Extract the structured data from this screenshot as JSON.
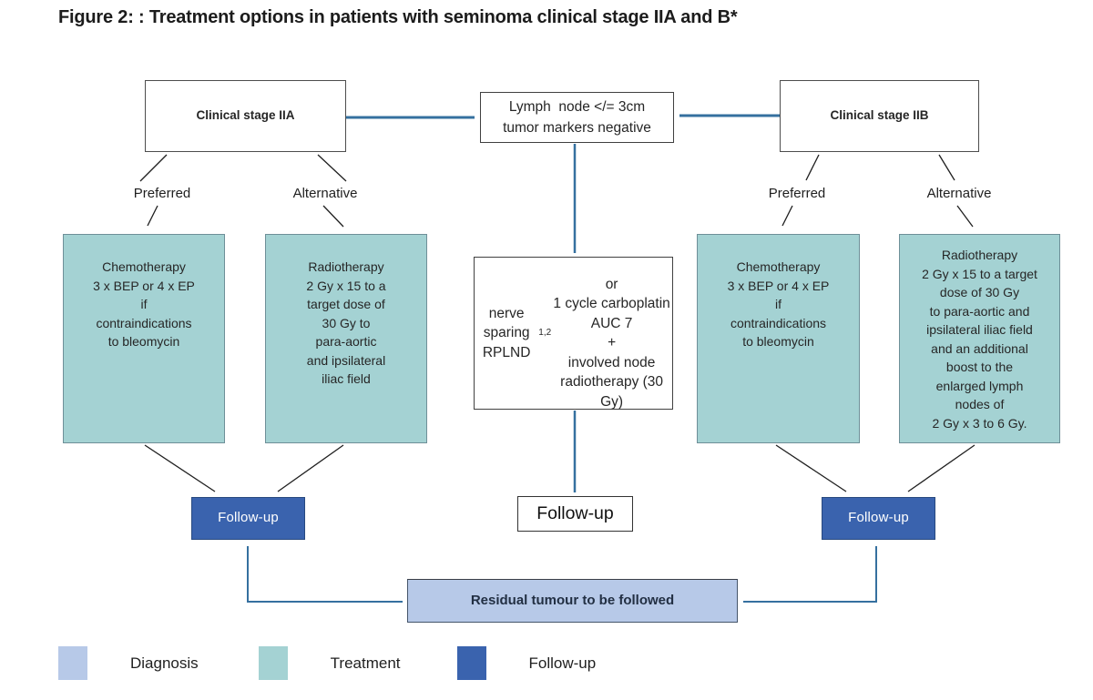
{
  "title": "Figure 2: : Treatment options in patients with seminoma clinical stage IIA and B*",
  "colors": {
    "treatment_fill": "#a4d2d3",
    "followup_fill": "#3a63ae",
    "diagnosis_fill": "#b7c9e8",
    "connector_blue": "#35709f",
    "line_black": "#1f1f1f"
  },
  "nodes": {
    "stage_iia": "Clinical stage IIA",
    "stage_iib": "Clinical stage IIB",
    "lymph": "Lymph  node </= 3cm\ntumor markers negative",
    "preferred_left": "Preferred",
    "alternative_left": "Alternative",
    "preferred_right": "Preferred",
    "alternative_right": "Alternative",
    "chemo_iia": "Chemotherapy\n3 x BEP or 4 x EP\nif\ncontraindications\nto bleomycin",
    "radio_iia": "Radiotherapy\n2 Gy x 15 to a\ntarget dose of\n30 Gy to\npara-aortic\nand ipsilateral\niliac field",
    "central_part1": "nerve sparing\nRPLND",
    "central_sup": "1,2",
    "central_part2": "\nor\n1 cycle carboplatin AUC 7\n+\ninvolved node\nradiotherapy (30 Gy)",
    "chemo_iib": "Chemotherapy\n3 x BEP or 4 x EP\nif\ncontraindications\nto bleomycin",
    "radio_iib": "Radiotherapy\n2 Gy x 15 to a target\ndose of 30 Gy\nto para-aortic and\nipsilateral iliac field\nand an additional\nboost to the\nenlarged lymph\nnodes of\n2 Gy x 3 to 6 Gy.",
    "followup_left": "Follow-up",
    "followup_center": "Follow-up",
    "followup_right": "Follow-up",
    "residual": "Residual tumour to be followed"
  },
  "legend": {
    "items": [
      {
        "label": "Diagnosis",
        "color": "#b7c9e8"
      },
      {
        "label": "Treatment",
        "color": "#a4d2d3"
      },
      {
        "label": "Follow-up",
        "color": "#3a63ae"
      }
    ]
  }
}
